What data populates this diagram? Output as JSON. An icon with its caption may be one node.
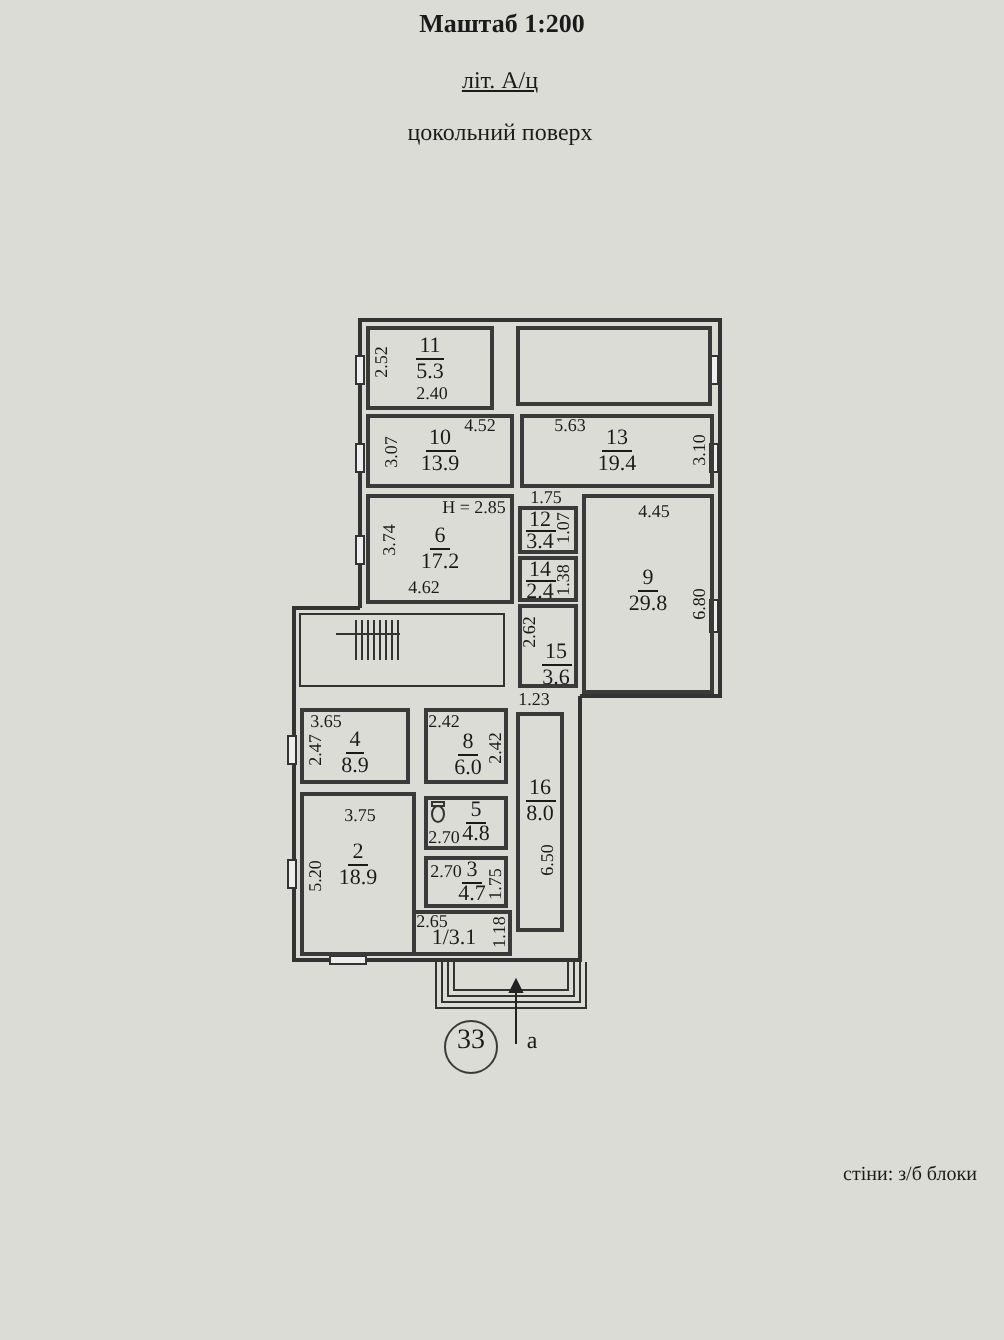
{
  "diagram": {
    "title": "Маштаб 1:200",
    "nodes": [
      {
        "text": [
          "11",
          "5.3"
        ]
      },
      {
        "text": [],
        "shape": "box"
      },
      {
        "text": [
          "10",
          "13.9"
        ]
      },
      {
        "text": [
          "13",
          "19.4"
        ]
      },
      {
        "text": [
          "6",
          "17.2"
        ]
      },
      {
        "text": [
          "12",
          "3.4"
        ]
      },
      {
        "text": [
          "14",
          "2.4"
        ]
      },
      {
        "text": [
          "9",
          "29.8"
        ]
      },
      {
        "text": [
          "15",
          "3.6"
        ]
      },
      {
        "text": [
          "4",
          "8.9"
        ]
      },
      {
        "text": [
          "8",
          "6.0"
        ]
      },
      {
        "text": [
          "16",
          "8.0"
        ]
      },
      {
        "text": [
          "5",
          "4.8"
        ]
      },
      {
        "text": [
          "2",
          "18.9"
        ]
      },
      {
        "text": [
          "3",
          "4.7"
        ]
      },
      {
        "text": [
          "1/3.1"
        ]
      },
      {
        "text": [
          "33"
        ]
      }
    ],
    "edges": [],
    "labels": [
      "літ. А/ц",
      "цокольний поверх",
      "2.52",
      "2.40",
      "4.52",
      "5.63",
      "3.07",
      "3.10",
      "Н = 2.85",
      "1.75",
      "1.07",
      "4.45",
      "3.74",
      "1.38",
      "6.80",
      "4.62",
      "2.62",
      "3.65",
      "2.42",
      "1.23",
      "2.47",
      "2.42",
      "3.75",
      "2.70",
      "6.50",
      "5.20",
      "2.70",
      "1.75",
      "2.65",
      "1.18",
      "а",
      "стіни: з/б блоки"
    ]
  }
}
